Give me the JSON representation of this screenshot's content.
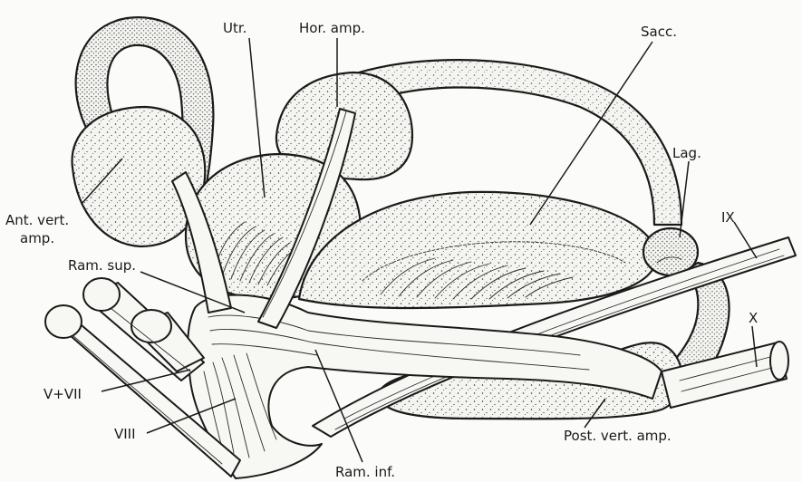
{
  "labels": {
    "utr": "Utr.",
    "hor_amp": "Hor. amp.",
    "sacc": "Sacc.",
    "lag": "Lag.",
    "ant_vert_amp_line1": "Ant. vert.",
    "ant_vert_amp_line2": "amp.",
    "ram_sup": "Ram. sup.",
    "nerve_ix": "IX",
    "nerve_x": "X",
    "v_vii": "V+VII",
    "viii": "VIII",
    "post_vert_amp": "Post. vert. amp.",
    "ram_inf": "Ram. inf."
  }
}
